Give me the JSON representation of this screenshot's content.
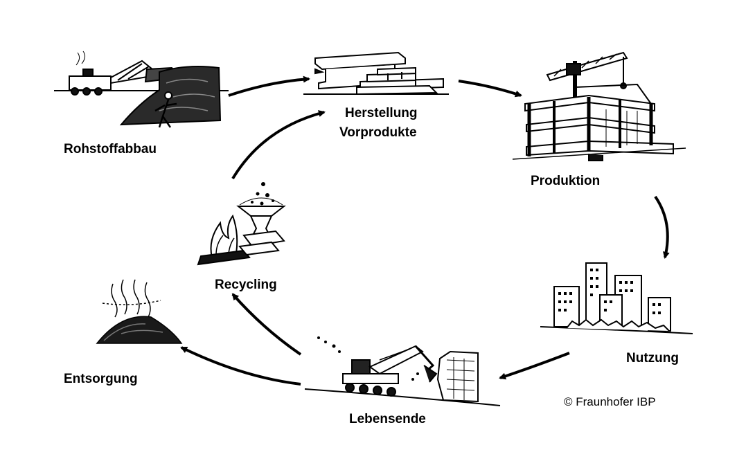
{
  "stages": {
    "rohstoffabbau": "Rohstoffabbau",
    "herstellung_line1": "Herstellung",
    "herstellung_line2": "Vorprodukte",
    "produktion": "Produktion",
    "nutzung": "Nutzung",
    "lebensende": "Lebensende",
    "entsorgung": "Entsorgung",
    "recycling": "Recycling"
  },
  "copyright": "© Fraunhofer  IBP",
  "colors": {
    "ink": "#000000",
    "background": "#ffffff",
    "shade": "#1a1a1a"
  }
}
